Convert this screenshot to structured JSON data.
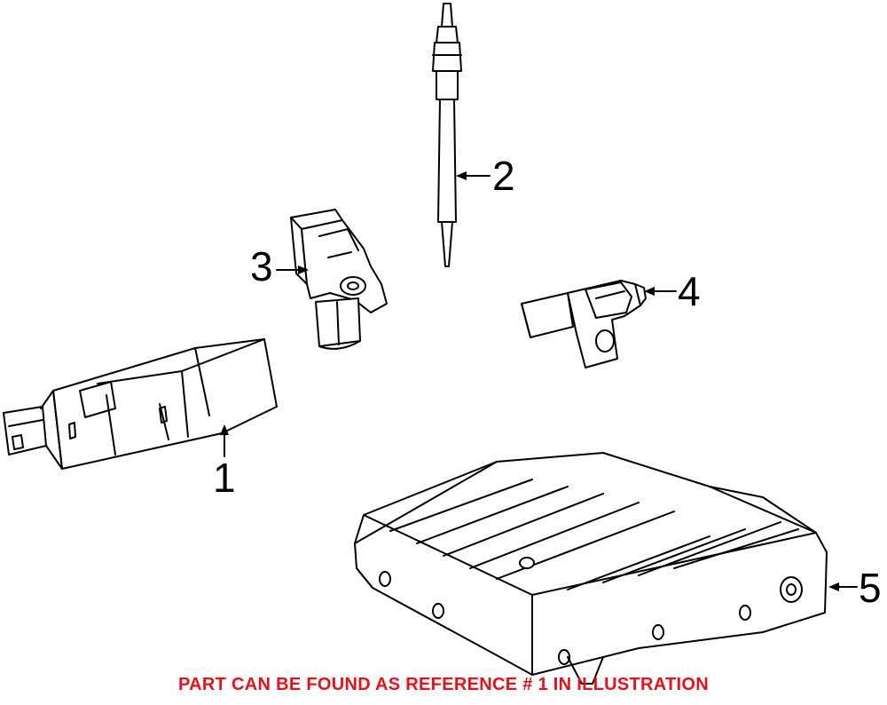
{
  "callouts": [
    "1",
    "2",
    "3",
    "4",
    "5"
  ],
  "footer_note": "PART CAN BE FOUND AS REFERENCE # 1 IN ILLUSTRATION",
  "colors": {
    "note": "#e8101a",
    "line": "#000000",
    "background": "#ffffff"
  },
  "parts": [
    "control-module",
    "glow-plug",
    "camshaft-sensor",
    "crankshaft-sensor",
    "engine-control-unit"
  ]
}
